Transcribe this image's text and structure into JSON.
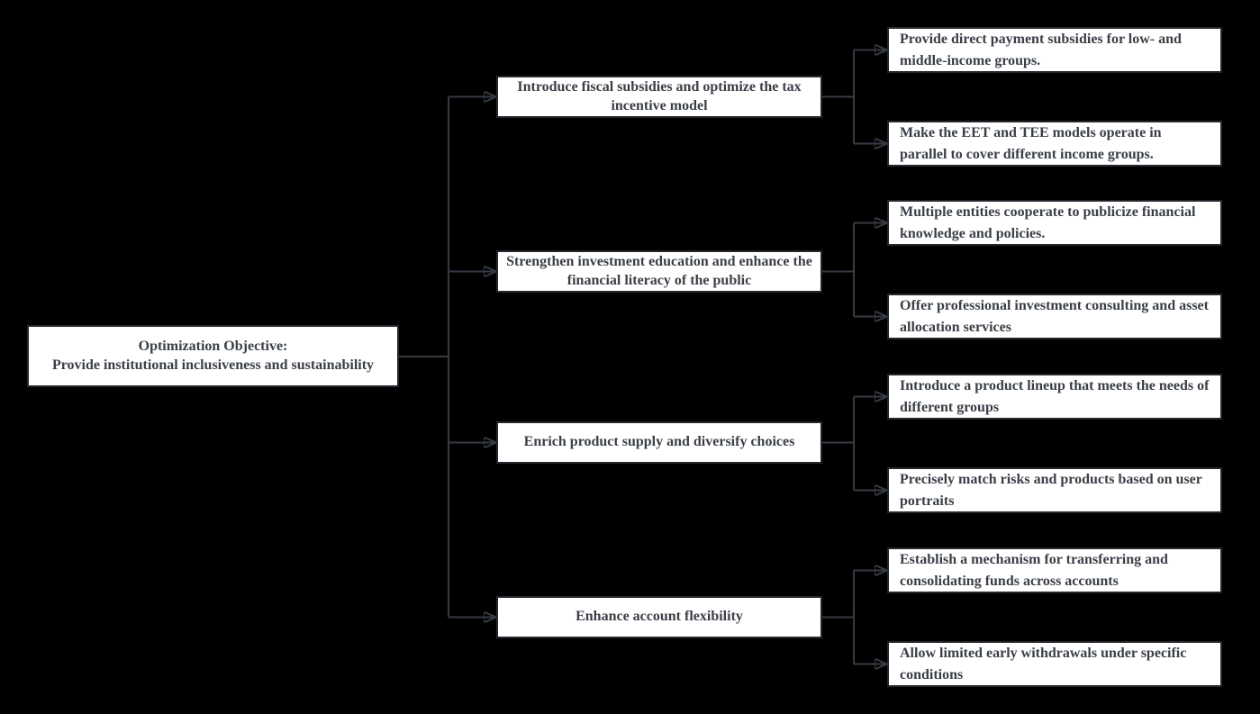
{
  "colors": {
    "background": "#000000",
    "box_fill": "#ffffff",
    "box_border": "#23272e",
    "text": "#3a3f47",
    "line": "#363b43"
  },
  "diagram": {
    "type": "tree-flowchart",
    "root": {
      "label": "Optimization Objective:\nProvide institutional inclusiveness and sustainability"
    },
    "branches": [
      {
        "label": "Introduce fiscal subsidies and optimize the tax incentive model",
        "children": [
          "Provide direct payment subsidies for low- and middle-income groups.",
          "Make the EET and TEE models operate in parallel to cover different income groups."
        ]
      },
      {
        "label": "Strengthen investment education and enhance the financial literacy of the public",
        "children": [
          "Multiple entities cooperate to publicize financial knowledge and policies.",
          "Offer professional investment consulting and asset allocation services"
        ]
      },
      {
        "label": "Enrich product supply and diversify choices",
        "children": [
          "Introduce a product lineup that meets the needs of different groups",
          "Precisely match risks and products based on user portraits"
        ]
      },
      {
        "label": "Enhance account flexibility",
        "children": [
          "Establish a mechanism for transferring and consolidating funds across accounts",
          "Allow limited early withdrawals under specific conditions"
        ]
      }
    ]
  }
}
